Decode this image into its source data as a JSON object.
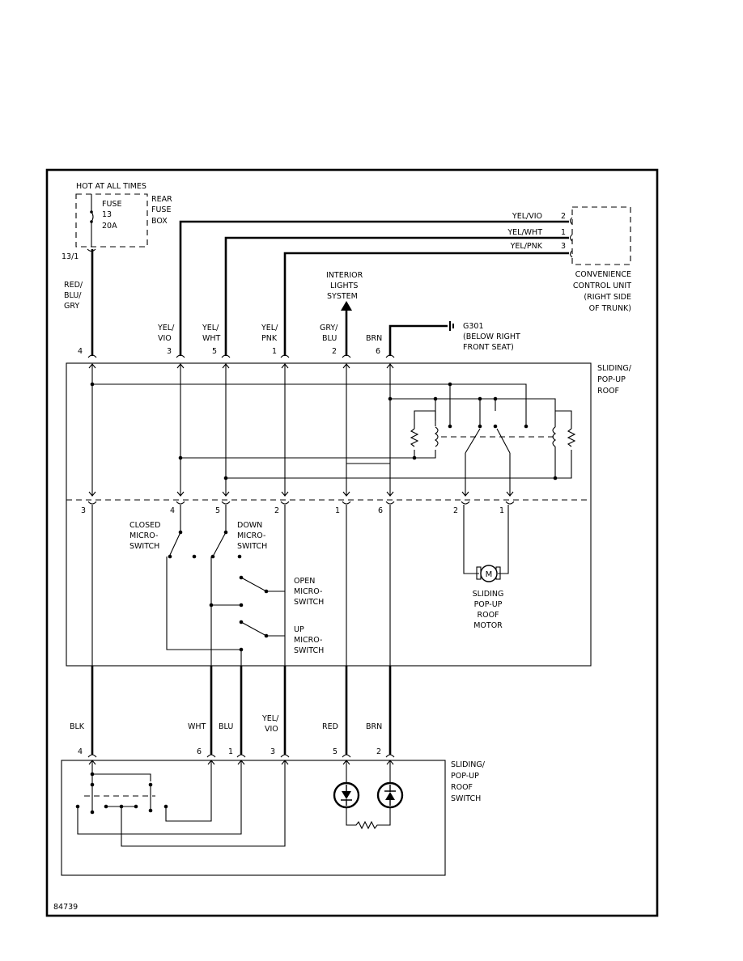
{
  "fuse": {
    "hot_label": "HOT AT ALL TIMES",
    "lines": [
      "FUSE",
      "13",
      "20A"
    ],
    "box_lines": [
      "REAR",
      "FUSE",
      "BOX"
    ],
    "connector": "13/1"
  },
  "convenience_unit": {
    "lines": [
      "CONVENIENCE",
      "CONTROL UNIT",
      "(RIGHT SIDE",
      "OF TRUNK)"
    ],
    "wires": [
      {
        "color": "YEL/VIO",
        "pin": "2"
      },
      {
        "color": "YEL/WHT",
        "pin": "1"
      },
      {
        "color": "YEL/PNK",
        "pin": "3"
      }
    ]
  },
  "interior_lights": {
    "lines": [
      "INTERIOR",
      "LIGHTS",
      "SYSTEM"
    ]
  },
  "ground": {
    "lines": [
      "G301",
      "(BELOW RIGHT",
      "FRONT SEAT)"
    ]
  },
  "top_wires": [
    {
      "color": [
        "RED/",
        "BLU/",
        "GRY"
      ],
      "pin": "4"
    },
    {
      "color": [
        "YEL/",
        "VIO"
      ],
      "pin": "3"
    },
    {
      "color": [
        "YEL/",
        "WHT"
      ],
      "pin": "5"
    },
    {
      "color": [
        "YEL/",
        "PNK"
      ],
      "pin": "1"
    },
    {
      "color": [
        "GRY/",
        "BLU"
      ],
      "pin": "2"
    },
    {
      "color": [
        "BRN"
      ],
      "pin": "6"
    }
  ],
  "module": {
    "lines": [
      "SLIDING/",
      "POP-UP",
      "ROOF"
    ],
    "lower_pins": [
      "3",
      "4",
      "5",
      "2",
      "1",
      "6",
      "2",
      "1"
    ]
  },
  "switches": {
    "closed": [
      "CLOSED",
      "MICRO-",
      "SWITCH"
    ],
    "down": [
      "DOWN",
      "MICRO-",
      "SWITCH"
    ],
    "open": [
      "OPEN",
      "MICRO-",
      "SWITCH"
    ],
    "up": [
      "UP",
      "MICRO-",
      "SWITCH"
    ]
  },
  "motor": {
    "symbol": "M",
    "lines": [
      "SLIDING",
      "POP-UP",
      "ROOF",
      "MOTOR"
    ]
  },
  "bottom_wires": [
    {
      "color": [
        "BLK"
      ],
      "pin": "4"
    },
    {
      "color": [
        "WHT"
      ],
      "pin": "6"
    },
    {
      "color": [
        "BLU"
      ],
      "pin": "1"
    },
    {
      "color": [
        "YEL/",
        "VIO"
      ],
      "pin": "3"
    },
    {
      "color": [
        "RED"
      ],
      "pin": "5"
    },
    {
      "color": [
        "BRN"
      ],
      "pin": "2"
    }
  ],
  "roof_switch": {
    "lines": [
      "SLIDING/",
      "POP-UP",
      "ROOF",
      "SWITCH"
    ]
  },
  "figure_id": "84739"
}
